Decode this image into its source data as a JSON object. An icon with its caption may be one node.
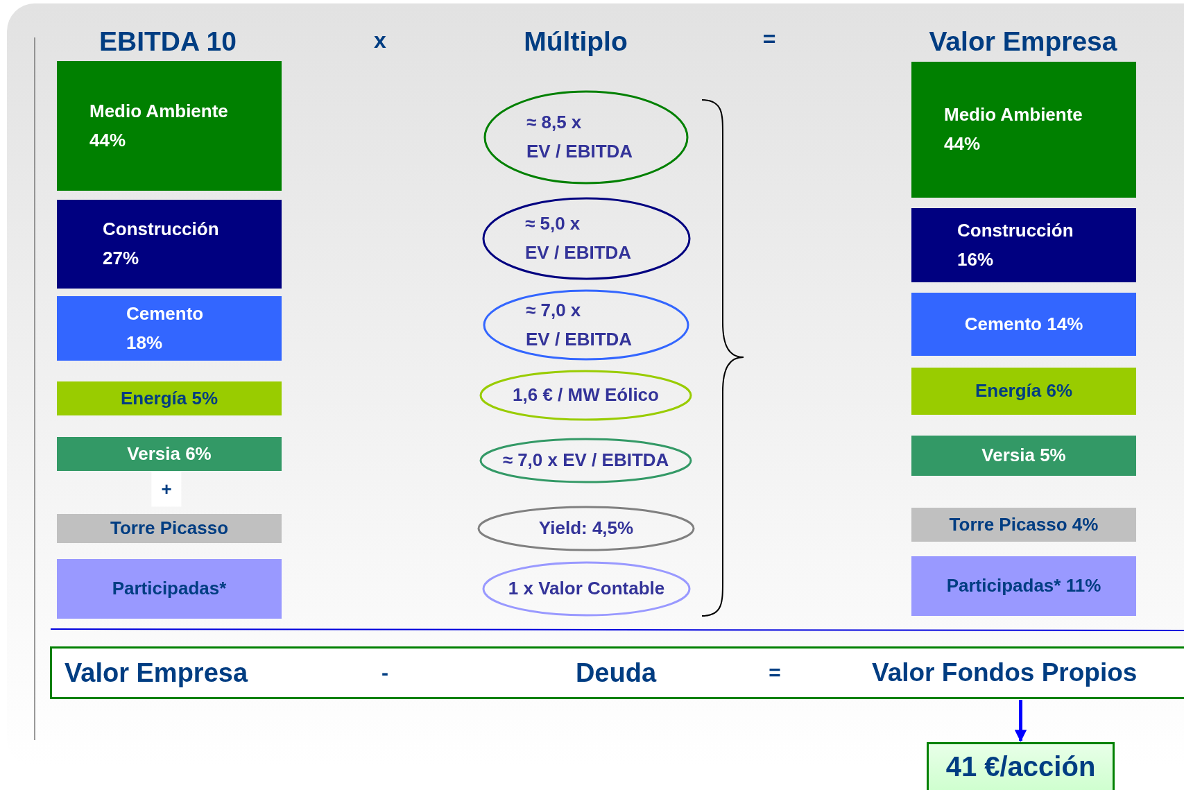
{
  "diagram": {
    "nodes": [
      {
        "text": [
          "Medio Ambiente",
          "44%"
        ]
      },
      {
        "text": [
          "Construcción",
          "27%"
        ]
      },
      {
        "text": [
          "Cemento",
          "18%"
        ]
      },
      {
        "text": [
          "Energía 5%"
        ]
      },
      {
        "text": [
          "Versia 6%"
        ]
      },
      {
        "text": [
          "Torre Picasso"
        ]
      },
      {
        "text": [
          "Participadas*"
        ]
      },
      {
        "text": [
          "≈ 8,5 x",
          "EV / EBITDA"
        ]
      },
      {
        "text": [
          "≈ 5,0 x",
          "EV / EBITDA"
        ]
      },
      {
        "text": [
          "≈ 7,0 x",
          "EV / EBITDA"
        ]
      },
      {
        "text": [
          "1,6 € / MW Eólico"
        ]
      },
      {
        "text": [
          "≈ 7,0 x EV / EBITDA"
        ]
      },
      {
        "text": [
          "Yield: 4,5%"
        ]
      },
      {
        "text": [
          "1 x Valor Contable"
        ]
      },
      {
        "text": [
          "Medio Ambiente",
          "44%"
        ]
      },
      {
        "text": [
          "Construcción",
          "16%"
        ]
      },
      {
        "text": [
          "Cemento 14%"
        ]
      },
      {
        "text": [
          "Energía 6%"
        ]
      },
      {
        "text": [
          "Versia 5%"
        ]
      },
      {
        "text": [
          "Torre Picasso 4%"
        ]
      },
      {
        "text": [
          "Participadas* 11%"
        ]
      },
      {
        "text": [
          "Valor Empresa",
          "-",
          "Deuda",
          "="
        ]
      },
      {
        "text": [
          "Valor Fondos Propios"
        ],
        "in": 21
      },
      {
        "text": [
          "41 €/acción"
        ]
      }
    ],
    "edges": [
      {
        "from": 22,
        "to": 23,
        "arrow": "to"
      }
    ],
    "labels": [
      "EBITDA 10",
      "x",
      "Múltiplo",
      "=",
      "Valor Empresa",
      "+"
    ]
  }
}
